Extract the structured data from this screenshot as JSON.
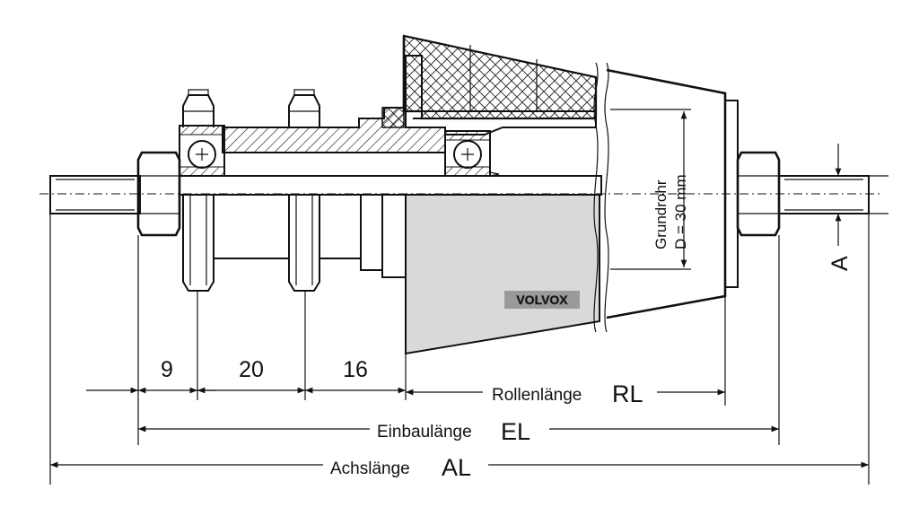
{
  "dims": {
    "d9": "9",
    "d20": "20",
    "d16": "16",
    "rl_text": "Rollenlänge",
    "rl_abbr": "RL",
    "el_text": "Einbaulänge",
    "el_abbr": "EL",
    "al_text": "Achslänge",
    "al_abbr": "AL",
    "a": "A",
    "grundrohr": "Grundrohr",
    "diameter": "D = 30 mm"
  },
  "logo": {
    "text": "VOLVOX"
  }
}
